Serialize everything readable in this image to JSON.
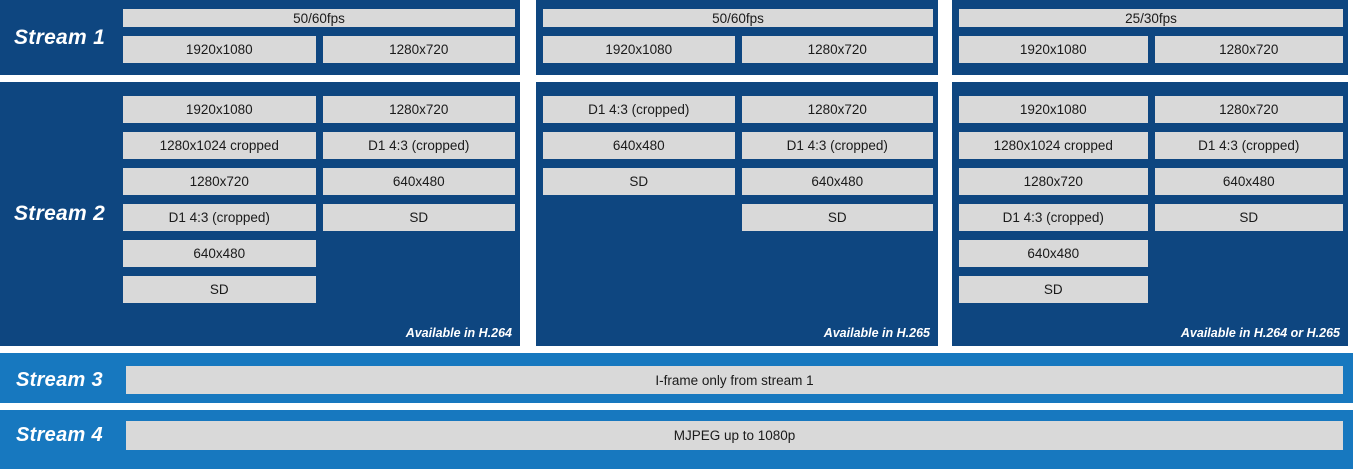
{
  "colors": {
    "dark_blue": "#0E4680",
    "light_blue": "#1778BF",
    "box_gray": "#D9D9D9",
    "box_text": "#1A1A1A",
    "label_text": "#FFFFFF"
  },
  "stream1": {
    "label": "Stream 1",
    "panels": [
      {
        "fps": "50/60fps",
        "res1": "1920x1080",
        "res2": "1280x720"
      },
      {
        "fps": "50/60fps",
        "res1": "1920x1080",
        "res2": "1280x720"
      },
      {
        "fps": "25/30fps",
        "res1": "1920x1080",
        "res2": "1280x720"
      }
    ]
  },
  "stream2": {
    "label": "Stream 2",
    "panels": [
      {
        "col1": [
          "1920x1080",
          "1280x1024 cropped",
          "1280x720",
          "D1 4:3 (cropped)",
          "640x480",
          "SD"
        ],
        "col2": [
          "1280x720",
          "D1 4:3 (cropped)",
          "640x480",
          "SD"
        ],
        "availability": "Available in H.264"
      },
      {
        "col1": [
          "D1 4:3 (cropped)",
          "640x480",
          "SD"
        ],
        "col2": [
          "1280x720",
          "D1 4:3 (cropped)",
          "640x480",
          "SD"
        ],
        "availability": "Available in H.265"
      },
      {
        "col1": [
          "1920x1080",
          "1280x1024 cropped",
          "1280x720",
          "D1 4:3 (cropped)",
          "640x480",
          "SD"
        ],
        "col2": [
          "1280x720",
          "D1 4:3 (cropped)",
          "640x480",
          "SD"
        ],
        "availability": "Available in H.264 or H.265"
      }
    ]
  },
  "stream3": {
    "label": "Stream 3",
    "bar": "I-frame only from stream 1"
  },
  "stream4": {
    "label": "Stream 4",
    "bar": "MJPEG up to 1080p"
  }
}
